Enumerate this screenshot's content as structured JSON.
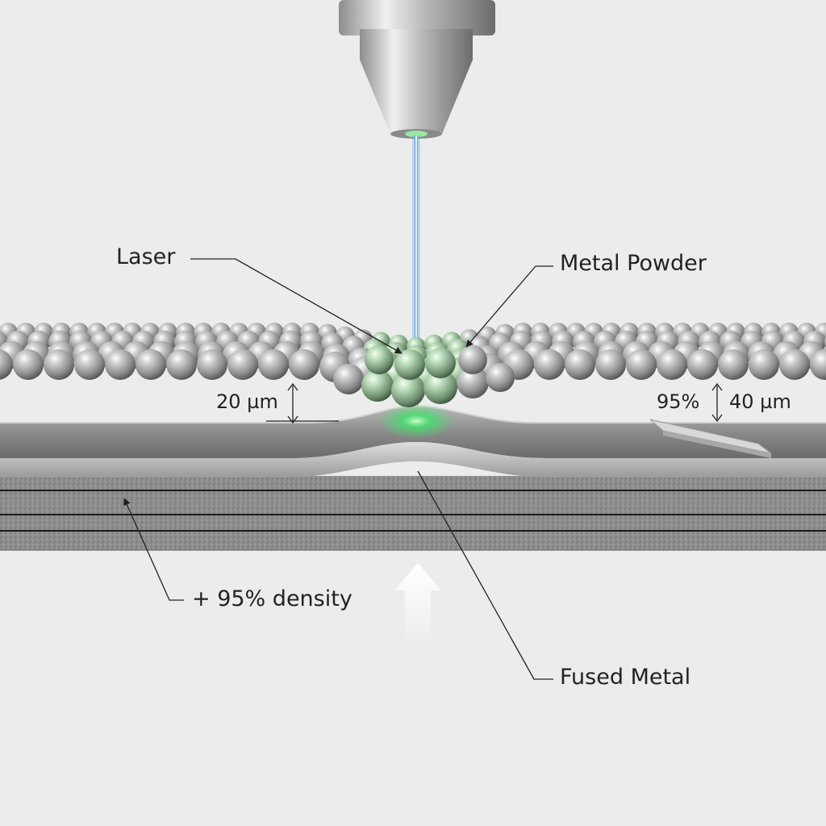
{
  "labels": {
    "laser": "Laser",
    "metal_powder": "Metal Powder",
    "layer_thickness_left": "20 µm",
    "percent_right": "95%",
    "layer_thickness_right": "40 µm",
    "density": "+ 95% density",
    "fused_metal": "Fused Metal"
  },
  "colors": {
    "background": "#ececec",
    "laser_beam": "#5aa8f0",
    "laser_glow": "#3fe36a",
    "powder": "#8a8a8a",
    "fused_layer": "#7c7c7c",
    "substrate": "#8e8e8e",
    "arrow": "#ffffff"
  }
}
